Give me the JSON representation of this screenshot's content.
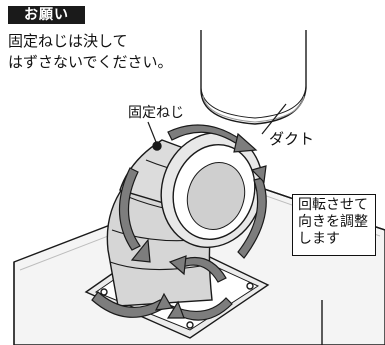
{
  "notice": {
    "badge": "お願い",
    "text": "固定ねじは決して\nはずさないでください。"
  },
  "labels": {
    "screw": "固定ねじ",
    "duct": "ダクト",
    "adjust": "回転させて\n向きを調整\nします"
  },
  "colors": {
    "ink": "#1a1a1a",
    "arrow_fill": "#7d7d7d",
    "metal_light": "#e6e6e6",
    "metal_mid": "#cfcfcf",
    "metal_dark": "#b4b4b4"
  }
}
